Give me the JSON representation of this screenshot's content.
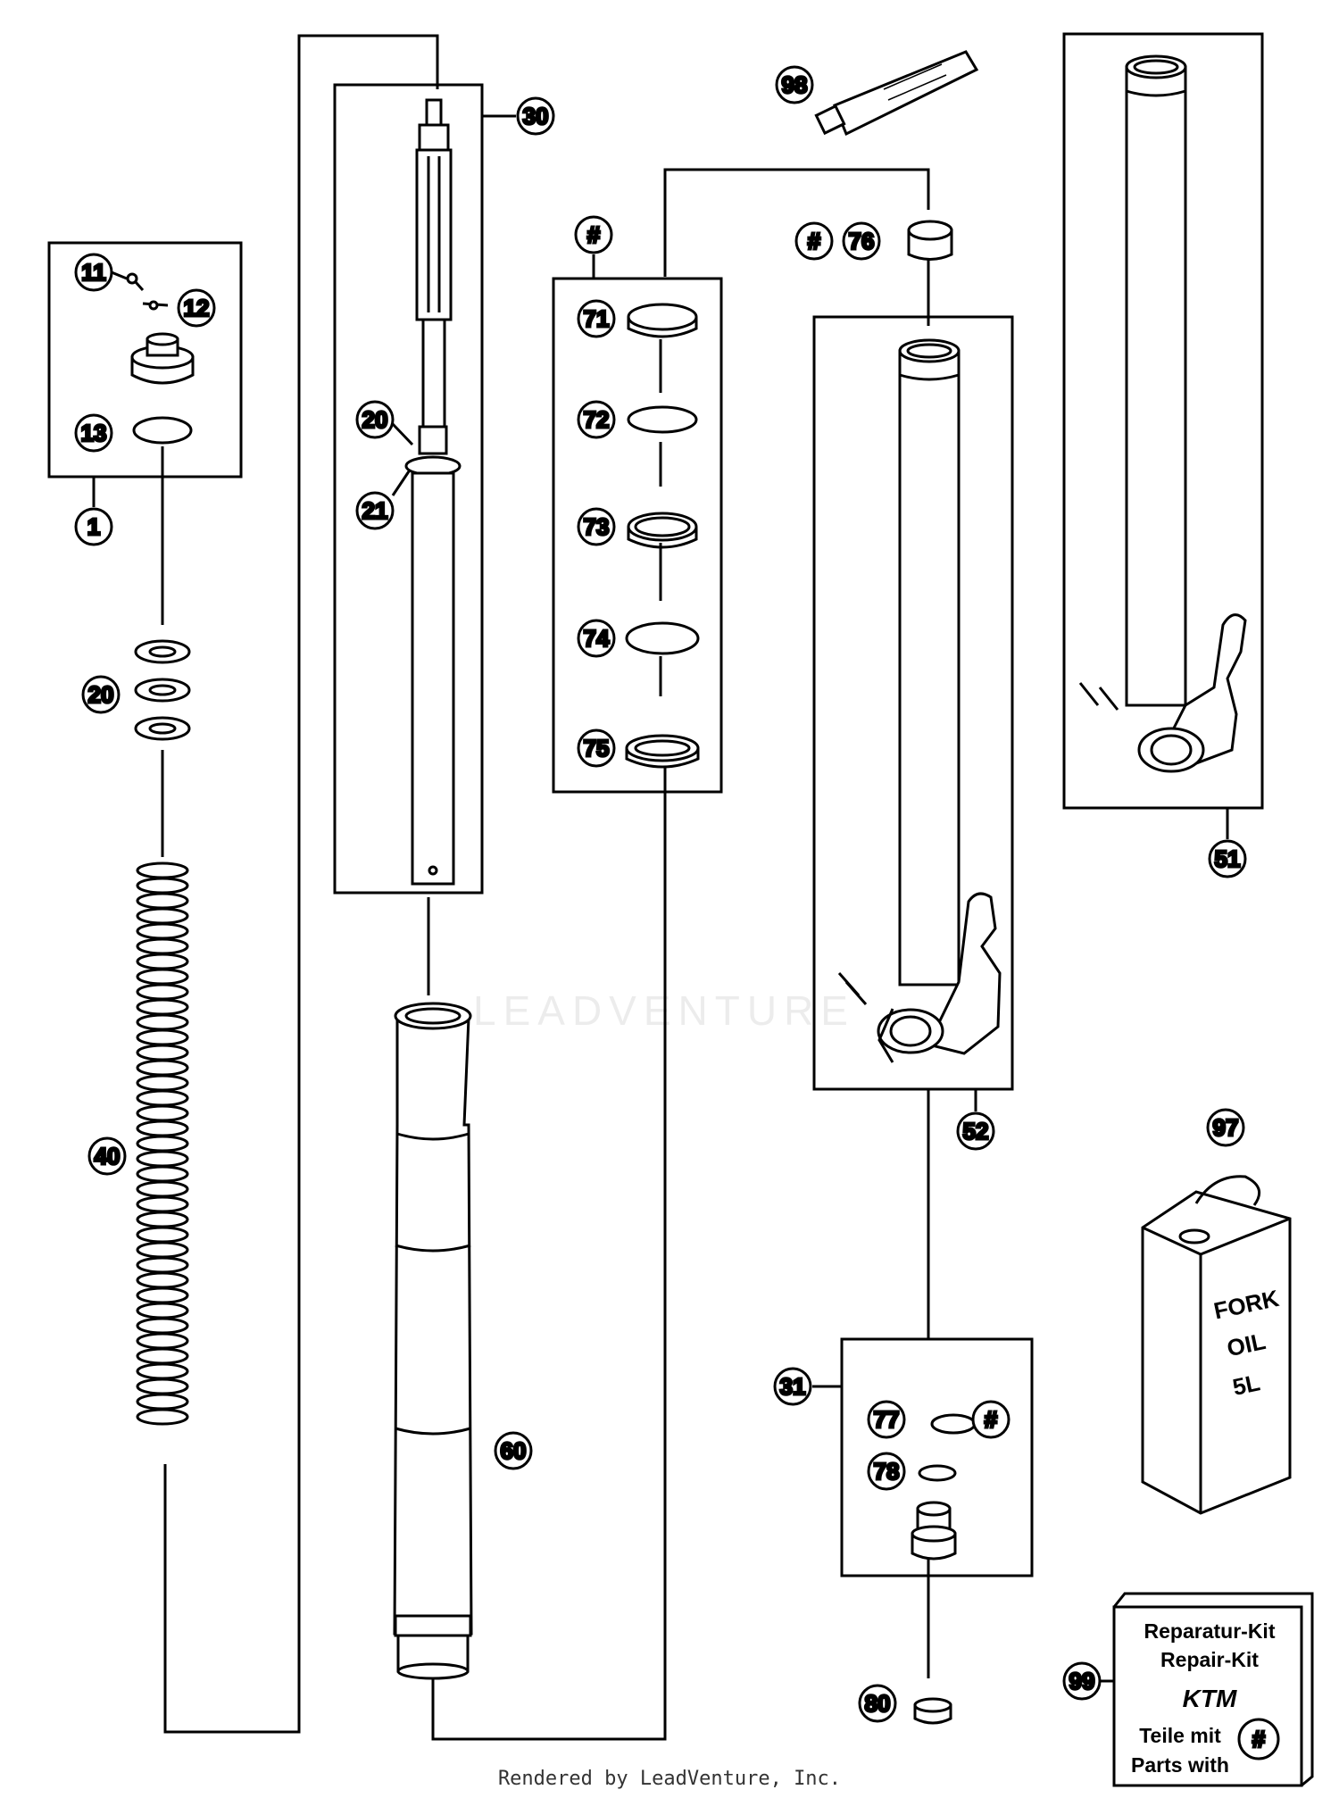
{
  "callouts": {
    "c1": "1",
    "c11": "11",
    "c12": "12",
    "c13": "13",
    "c20a": "20",
    "c20b": "20",
    "c21": "21",
    "c30": "30",
    "c31": "31",
    "c40": "40",
    "c51": "51",
    "c52": "52",
    "c60": "60",
    "c71": "71",
    "c72": "72",
    "c73": "73",
    "c74": "74",
    "c75": "75",
    "c76": "76",
    "c77": "77",
    "c78": "78",
    "c80": "80",
    "c97": "97",
    "c98": "98",
    "c99": "99",
    "hash_kit": "#",
    "hash_76": "#",
    "hash_77": "#",
    "hash_box": "#"
  },
  "labels": {
    "oil_line1": "FORK",
    "oil_line2": "OIL",
    "oil_line3": "5L",
    "kit_line1": "Reparatur-Kit",
    "kit_line2": "Repair-Kit",
    "kit_brand": "KTM",
    "kit_line3": "Teile mit",
    "kit_line4": "Parts with"
  },
  "watermark": "LEADVENTURE",
  "footer": "Rendered by LeadVenture, Inc."
}
